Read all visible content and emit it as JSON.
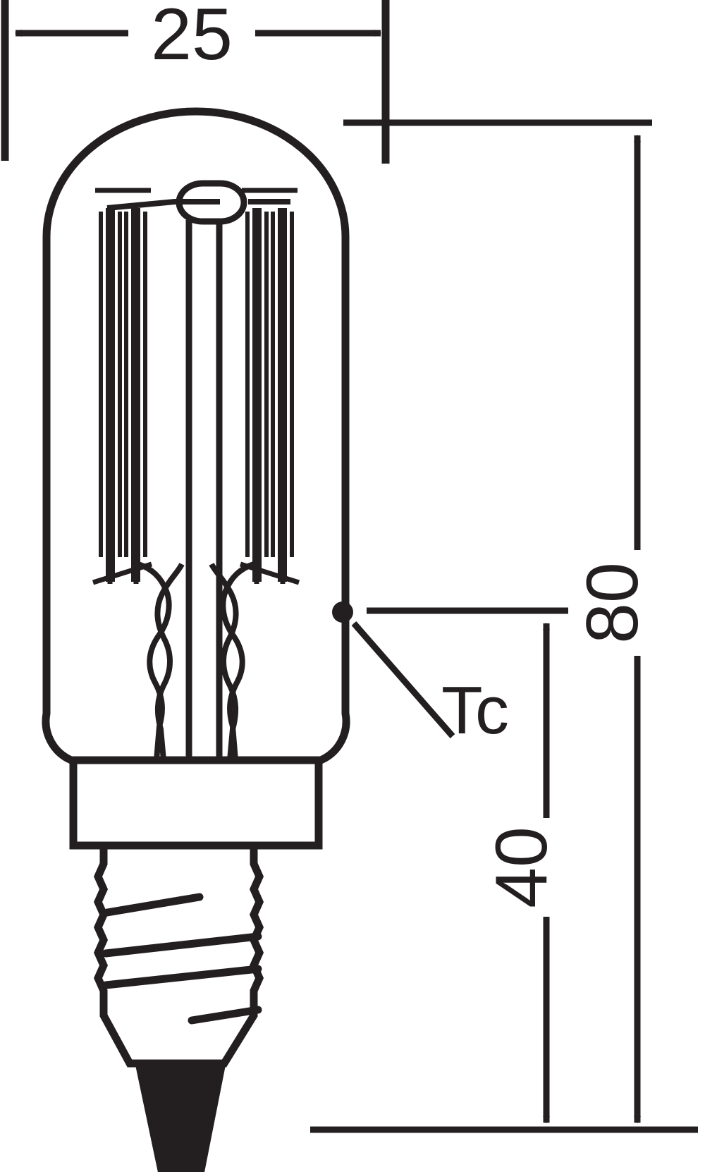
{
  "drawing": {
    "title": "LED tubular lamp dimensional drawing",
    "subject": "T25 LED lamp with E14 screw base",
    "line_color": "#231f20",
    "background_color": "#ffffff",
    "dimensions": {
      "width": {
        "label": "25",
        "name": "bulb-diameter",
        "orientation": "horizontal",
        "position": "top"
      },
      "total_height": {
        "label": "80",
        "name": "total-length",
        "orientation": "vertical",
        "position": "right-outer"
      },
      "tc_height": {
        "label": "40",
        "name": "tc-point-height",
        "orientation": "vertical",
        "position": "right-inner"
      }
    },
    "callouts": [
      {
        "label": "Tc",
        "name": "tc-case-temperature-point",
        "description": "case temperature measuring point on bulb wall"
      }
    ],
    "components": {
      "bulb_envelope": "tubular-glass-envelope",
      "filaments": "led-filament-array",
      "base": "e14-screw-base",
      "contact": "bottom-solder-contact"
    }
  }
}
